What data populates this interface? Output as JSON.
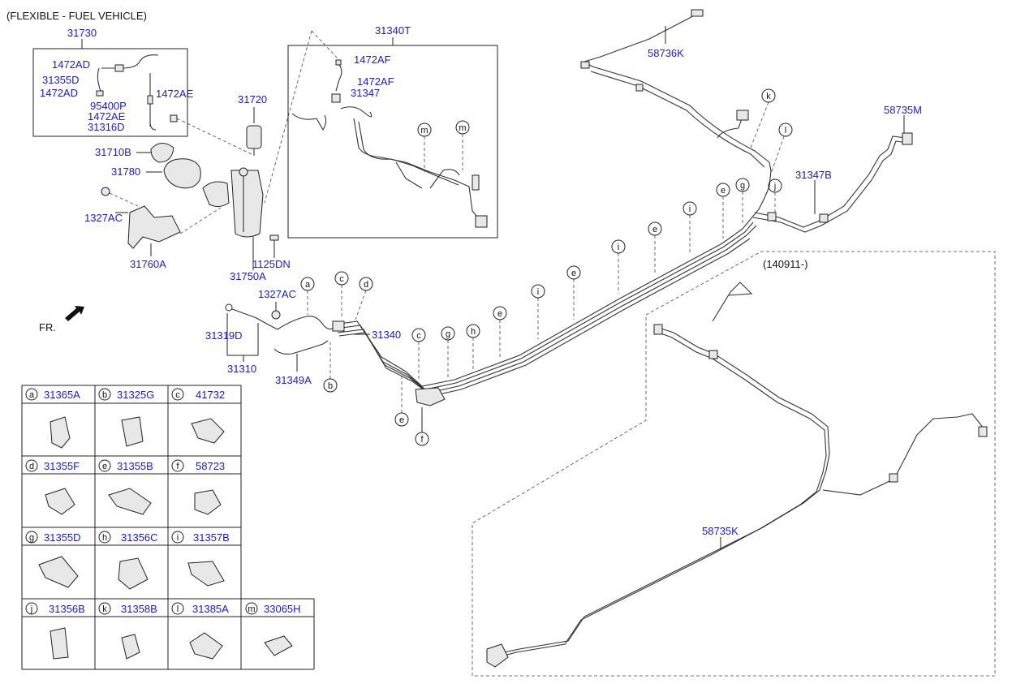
{
  "header": {
    "title": "(FLEXIBLE - FUEL VEHICLE)"
  },
  "orientation_label": "FR.",
  "date_note": "(140911-)",
  "callouts": {
    "c31730": "31730",
    "c1472AD_a": "1472AD",
    "c31355D": "31355D",
    "c1472AD_b": "1472AD",
    "c95400P": "95400P",
    "c1472AE_a": "1472AE",
    "c1472AE_b": "1472AE",
    "c31316D": "31316D",
    "c31720": "31720",
    "c31710B": "31710B",
    "c31780": "31780",
    "c1327AC_a": "1327AC",
    "c31760A": "31760A",
    "c1125DN": "1125DN",
    "c31750A": "31750A",
    "c31340T": "31340T",
    "c1472AF_a": "1472AF",
    "c1472AF_b": "1472AF",
    "c31347": "31347",
    "c58736K": "58736K",
    "c58735M": "58735M",
    "c31347B": "31347B",
    "c1327AC_b": "1327AC",
    "c31319D": "31319D",
    "c31310": "31310",
    "c31340": "31340",
    "c31349A": "31349A",
    "c58735K": "58735K"
  },
  "clip_markers": [
    "a",
    "b",
    "c",
    "d",
    "e",
    "f",
    "g",
    "h",
    "i",
    "j",
    "k",
    "l",
    "m"
  ],
  "legend": [
    {
      "letter": "a",
      "part": "31365A"
    },
    {
      "letter": "b",
      "part": "31325G"
    },
    {
      "letter": "c",
      "part": "41732"
    },
    {
      "letter": "d",
      "part": "31355F"
    },
    {
      "letter": "e",
      "part": "31355B"
    },
    {
      "letter": "f",
      "part": "58723"
    },
    {
      "letter": "g",
      "part": "31355D"
    },
    {
      "letter": "h",
      "part": "31356C"
    },
    {
      "letter": "i",
      "part": "31357B"
    },
    {
      "letter": "j",
      "part": "31356B"
    },
    {
      "letter": "k",
      "part": "31358B"
    },
    {
      "letter": "l",
      "part": "31385A"
    },
    {
      "letter": "m",
      "part": "33065H"
    }
  ]
}
